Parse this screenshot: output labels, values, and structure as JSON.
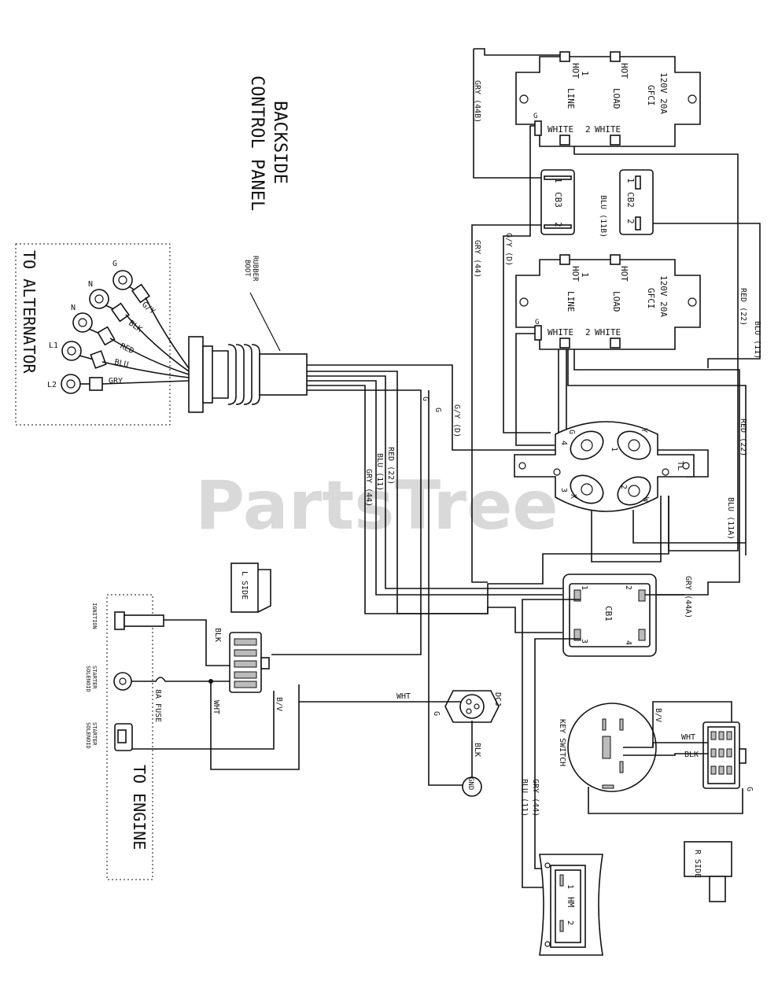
{
  "watermark": "PartsTree",
  "header": {
    "line1": "BACKSIDE",
    "line2": "CONTROL PANEL"
  },
  "rubber_boot": {
    "line1": "RUBBER",
    "line2": "BOOT"
  },
  "to_alternator": "TO ALTERNATOR",
  "to_engine": "TO ENGINE",
  "alt_terminals": [
    "G",
    "N",
    "N",
    "L1",
    "L2"
  ],
  "alt_wires": [
    "G/Y",
    "BLK",
    "RED",
    "BLU",
    "GRY"
  ],
  "gfci_top": {
    "rating": "120V 20A",
    "type": "GFCI",
    "hot": "HOT",
    "line": "LINE",
    "load": "LOAD",
    "white": "WHITE",
    "n1": "1",
    "n2": "2",
    "g": "G"
  },
  "gfci_mid": {
    "rating": "120V 20A",
    "type": "GFCI",
    "hot": "HOT",
    "line": "LINE",
    "load": "LOAD",
    "white": "WHITE",
    "n1": "1",
    "n2": "2",
    "g": "G"
  },
  "cb2": {
    "label": "CB2",
    "n1": "1",
    "n2": "2"
  },
  "cb3": {
    "label": "CB3",
    "n1": "1",
    "n2": "2"
  },
  "cb1": {
    "label": "CB1",
    "n1": "1",
    "n2": "2",
    "n3": "3",
    "n4": "4"
  },
  "twistlock": {
    "g": "G",
    "y": "Y",
    "x": "X",
    "w": "W",
    "n1": "1",
    "n2": "2",
    "n3": "3",
    "n4": "4",
    "tl": "TL"
  },
  "wires": {
    "gry44b": "GRY (44B)",
    "gy_d_a": "G/Y (D)",
    "gry44_a": "GRY (44)",
    "blu11b": "BLU (11B)",
    "red22_a": "RED (22)",
    "blu11_a": "BLU (11)",
    "red22_b": "RED (22)",
    "blu11a": "BLU (11A)",
    "gry44a": "GRY (44A)",
    "gy_d_b": "G/Y (D)",
    "red22_c": "RED (22)",
    "blu11_b": "BLU (11)",
    "gry44_b": "GRY (44)",
    "g1": "G",
    "g2": "G",
    "g3": "G",
    "g4": "G",
    "wht1": "WHT",
    "wht2": "WHT",
    "wht3": "WHT",
    "blk1": "BLK",
    "blk2": "BLK",
    "blk3": "BLK",
    "bv1": "B/V",
    "bv2": "B/V",
    "gry44_c": "GRY (44)",
    "blu11_c": "BLU (11)"
  },
  "lside": "L SIDE",
  "rside": "R SIDE",
  "ignition": "IGNITION",
  "starter1": {
    "l1": "STARTER",
    "l2": "SOLENOID"
  },
  "starter2": {
    "l1": "STARTER",
    "l2": "SOLENOID"
  },
  "fuse": "8A FUSE",
  "dcj": "DCJ",
  "gnd": "GND",
  "key_switch": "KEY SWITCH",
  "hm": {
    "label": "HM",
    "n1": "1",
    "n2": "2"
  }
}
